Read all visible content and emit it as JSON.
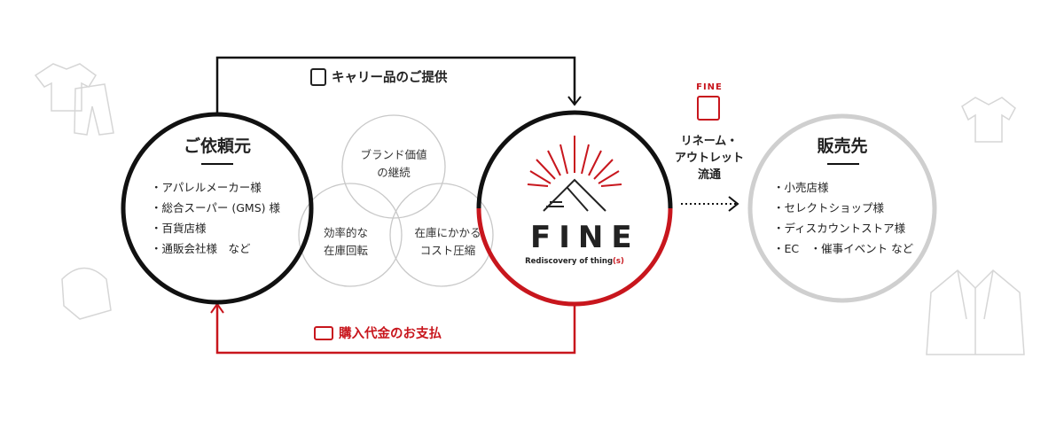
{
  "client": {
    "title": "ご依頼元",
    "items": [
      "・アパレルメーカー様",
      "・総合スーパー (GMS) 様",
      "・百貨店様",
      "・通販会社様　など"
    ]
  },
  "venn": {
    "top": [
      "ブランド価値",
      "の継続"
    ],
    "left": [
      "効率的な",
      "在庫回転"
    ],
    "right": [
      "在庫にかかる",
      "コスト圧縮"
    ]
  },
  "flow_top": {
    "label": "キャリー品のご提供"
  },
  "flow_bottom": {
    "label": "購入代金のお支払"
  },
  "logo": {
    "name": "FINE",
    "tagline": "Rediscovery of thing",
    "tagline_suffix": "(s)"
  },
  "middle": {
    "badge": "FINE",
    "lines": [
      "リネーム・",
      "アウトレット",
      "流通"
    ]
  },
  "sales": {
    "title": "販売先",
    "items": [
      "・小売店様",
      "・セレクトショップ様",
      "・ディスカウントストア様",
      "・EC　・催事イベント など"
    ]
  },
  "colors": {
    "red": "#c8161d",
    "black": "#111111",
    "gray": "#cccccc"
  }
}
